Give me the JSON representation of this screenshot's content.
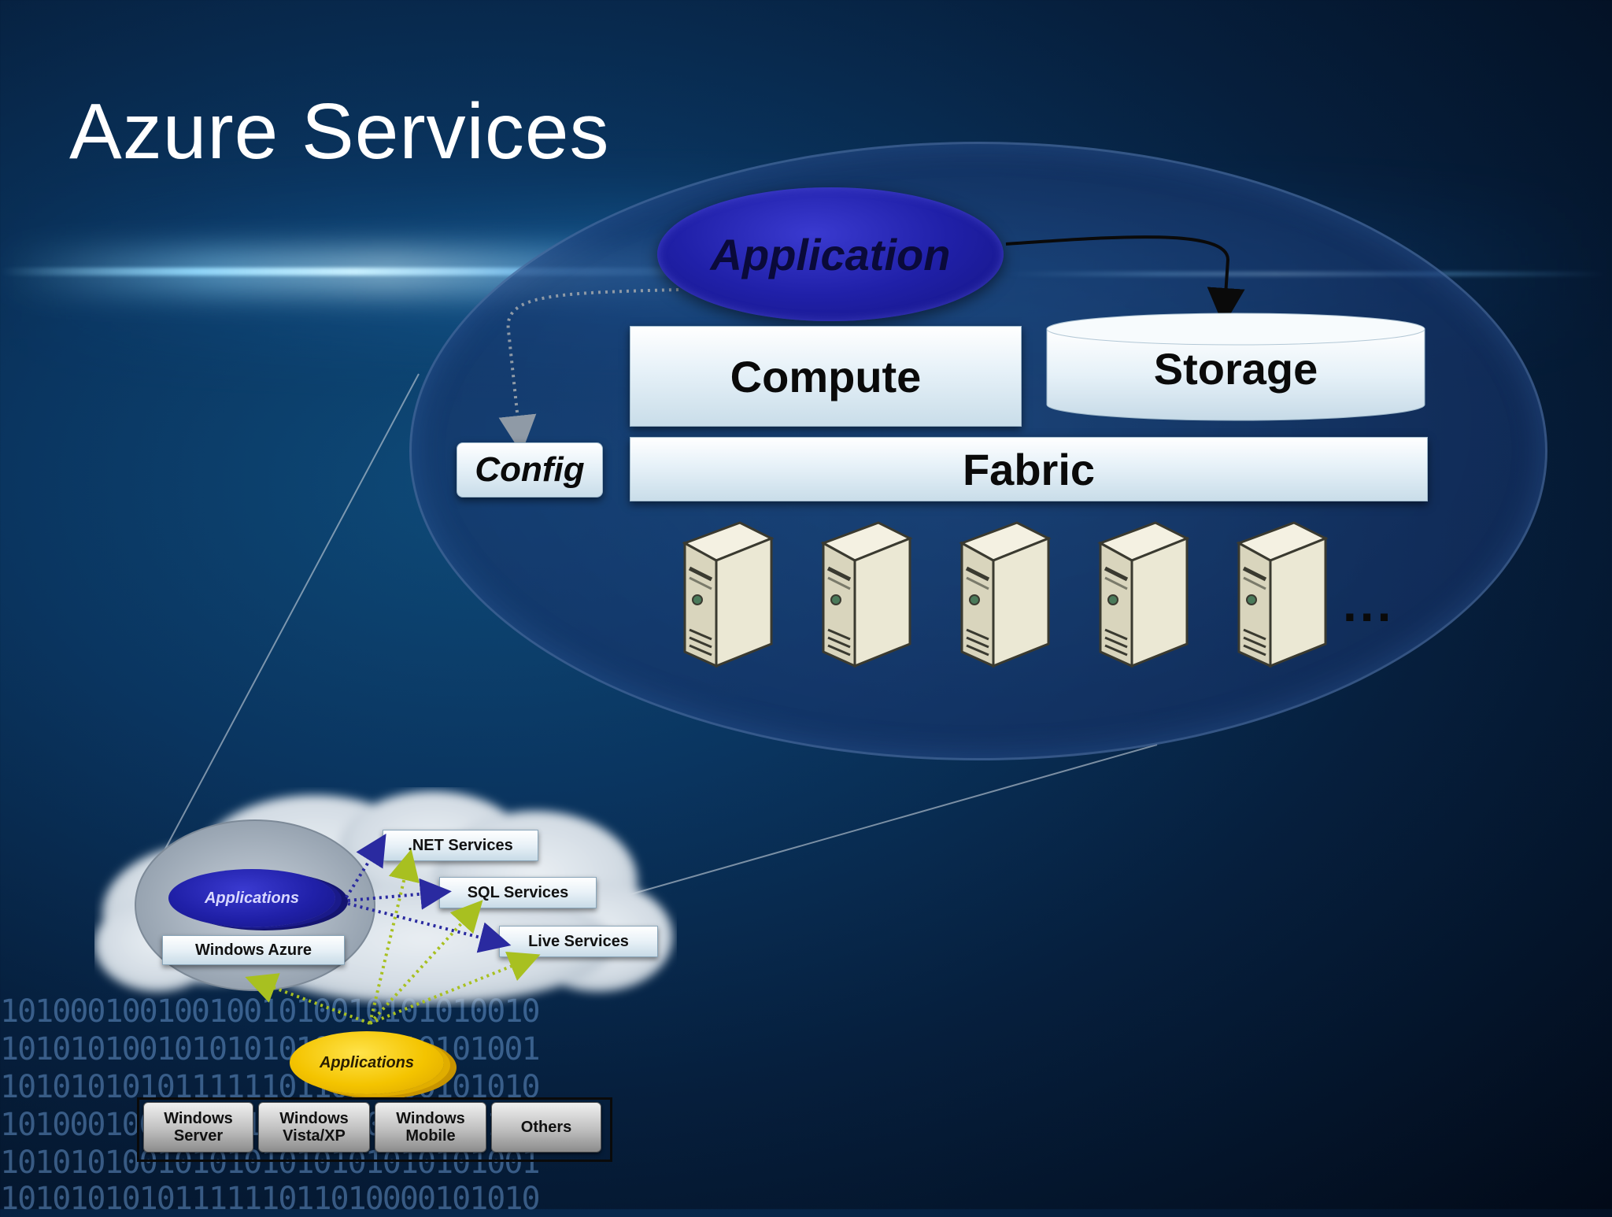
{
  "slide": {
    "title": "Azure Services"
  },
  "zoom_diagram": {
    "application_label": "Application",
    "compute_label": "Compute",
    "storage_label": "Storage",
    "fabric_label": "Fabric",
    "config_label": "Config",
    "more_servers_label": "...",
    "server_count": 5
  },
  "overview_diagram": {
    "cloud_applications_label": "Applications",
    "windows_azure_label": "Windows Azure",
    "net_services_label": ".NET Services",
    "sql_services_label": "SQL Services",
    "live_services_label": "Live Services",
    "client_applications_label": "Applications",
    "platforms": [
      {
        "label": "Windows\nServer"
      },
      {
        "label": "Windows\nVista/XP"
      },
      {
        "label": "Windows\nMobile"
      },
      {
        "label": "Others"
      }
    ]
  },
  "background_binary": [
    "1010001001001001010010101010010",
    "1010101001010101010101010101001",
    "1010101010111111011010000101010",
    "1010001001001010101010101010101",
    "1010101001010101010101010101001",
    "1010101010111111011010000101010"
  ],
  "colors": {
    "app_oval": "#2020a8",
    "yellow_apps": "#f4c400",
    "box_light": "#e6f1f8",
    "server_beige": "#e9e6d2",
    "arrow_blue": "#2a2aa0",
    "arrow_green": "#a8c020"
  }
}
